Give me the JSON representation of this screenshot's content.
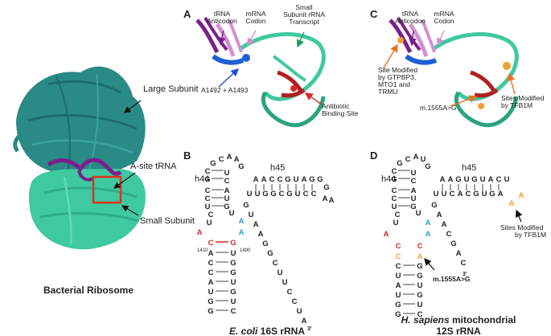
{
  "ribosome": {
    "large_subunit": "Large Subunit",
    "small_subunit": "Small Subunit",
    "asite": "A-site tRNA",
    "caption": "Bacterial Ribosome"
  },
  "panels": {
    "A": {
      "letter": "A",
      "trna": "tRNA Anticodon",
      "mrna": "mRNA Codon",
      "ss": "Small Subunit rRNA Transcript",
      "a1492": "A1492 + A1493",
      "abs": "Antibiotic Binding Site"
    },
    "C": {
      "letter": "C",
      "trna": "tRNA Anticodon",
      "mrna": "mRNA Codon",
      "site": "Site Modified by GTPBP3, MTO1 and TRMU",
      "mut": "m.1555A>G",
      "tfb": "Sites Modified by TFB1M"
    },
    "B": {
      "letter": "B",
      "h44": "h44",
      "h45": "h45",
      "pos1410": "1410",
      "pos1490": "1490",
      "three": "3'",
      "caption_italic": "E. coli",
      "caption_rest": "16S rRNA"
    },
    "D": {
      "letter": "D",
      "h44": "h44",
      "h45": "h45",
      "mut": "m.1555A>G",
      "tfb": "Sites Modified by TFB1M",
      "three": "3'",
      "caption_italic": "H. sapiens",
      "caption_rest": "mitochondrial",
      "caption_line2": "12S rRNA"
    }
  },
  "colors": {
    "teal_dark": "#2a8a86",
    "teal_light": "#3fc9a0",
    "purple": "#7a1f8a",
    "pink": "#d58fd0",
    "red": "#d62728",
    "blue": "#2a9fd6",
    "orange": "#f0a030",
    "arrow_red": "#d62728",
    "arrow_orange": "#f07020",
    "arrow_blue": "#1f4fd6",
    "arrow_green": "#1aa060"
  }
}
